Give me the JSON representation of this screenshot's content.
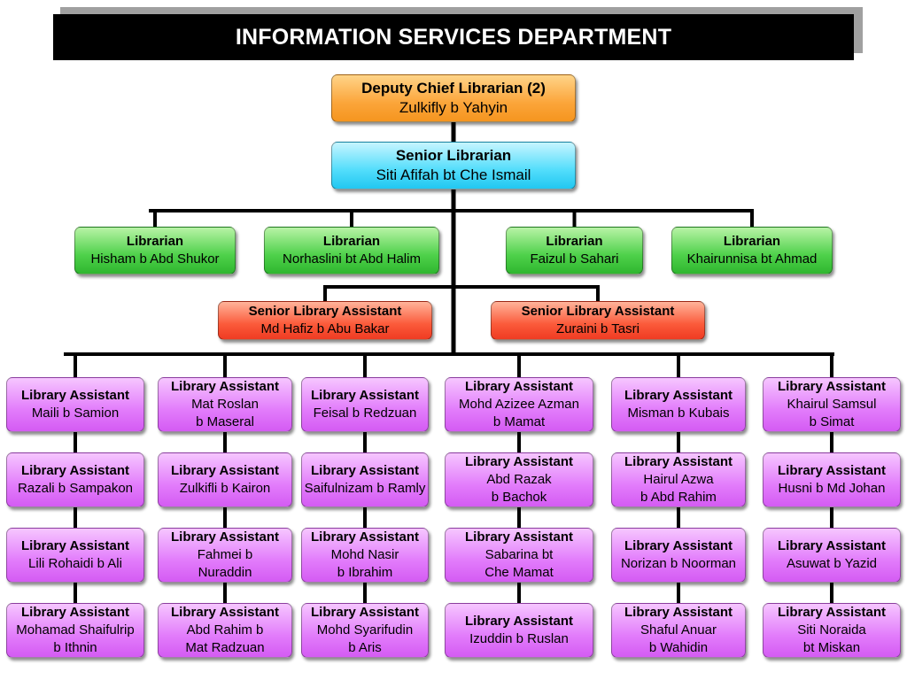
{
  "banner": {
    "title": "INFORMATION SERVICES DEPARTMENT"
  },
  "colors": {
    "deputy": "#fba53a",
    "senior": "#52ddfb",
    "librarian": "#4ed14a",
    "senior_assistant": "#fb5a3a",
    "assistant": "#e27cfb",
    "connector": "#000000"
  },
  "deputy": {
    "title": "Deputy Chief Librarian (2)",
    "lines": [
      "Zulkifly b Yahyin"
    ]
  },
  "senior": {
    "title": "Senior Librarian",
    "lines": [
      "Siti Afifah bt Che Ismail"
    ]
  },
  "librarians": [
    {
      "title": "Librarian",
      "lines": [
        "Hisham b Abd Shukor"
      ]
    },
    {
      "title": "Librarian",
      "lines": [
        "Norhaslini bt Abd Halim"
      ]
    },
    {
      "title": "Librarian",
      "lines": [
        "Faizul b Sahari"
      ]
    },
    {
      "title": "Librarian",
      "lines": [
        "Khairunnisa bt Ahmad"
      ]
    }
  ],
  "senior_assistants": [
    {
      "title": "Senior Library Assistant",
      "lines": [
        "Md Hafiz b Abu Bakar"
      ]
    },
    {
      "title": "Senior Library Assistant",
      "lines": [
        "Zuraini b Tasri"
      ]
    }
  ],
  "assistant_columns": [
    [
      {
        "title": "Library Assistant",
        "lines": [
          "Maili b Samion"
        ]
      },
      {
        "title": "Library Assistant",
        "lines": [
          "Razali b Sampakon"
        ]
      },
      {
        "title": "Library Assistant",
        "lines": [
          "Lili Rohaidi b Ali"
        ]
      },
      {
        "title": "Library Assistant",
        "lines": [
          "Mohamad Shaifulrip",
          "b Ithnin"
        ]
      }
    ],
    [
      {
        "title": "Library Assistant",
        "lines": [
          "Mat Roslan",
          "b Maseral"
        ]
      },
      {
        "title": "Library Assistant",
        "lines": [
          "Zulkifli b Kairon"
        ]
      },
      {
        "title": "Library Assistant",
        "lines": [
          "Fahmei b",
          "Nuraddin"
        ]
      },
      {
        "title": "Library Assistant",
        "lines": [
          "Abd Rahim b",
          "Mat Radzuan"
        ]
      }
    ],
    [
      {
        "title": "Library Assistant",
        "lines": [
          "Feisal b Redzuan"
        ]
      },
      {
        "title": "Library Assistant",
        "lines": [
          "Saifulnizam b Ramly"
        ]
      },
      {
        "title": "Library Assistant",
        "lines": [
          "Mohd Nasir",
          "b Ibrahim"
        ]
      },
      {
        "title": "Library Assistant",
        "lines": [
          "Mohd Syarifudin",
          "b Aris"
        ]
      }
    ],
    [
      {
        "title": "Library Assistant",
        "lines": [
          "Mohd Azizee Azman",
          "b Mamat"
        ]
      },
      {
        "title": "Library Assistant",
        "lines": [
          "Abd Razak",
          "b Bachok"
        ]
      },
      {
        "title": "Library Assistant",
        "lines": [
          "Sabarina bt",
          "Che Mamat"
        ]
      },
      {
        "title": "Library Assistant",
        "lines": [
          "Izuddin b Ruslan"
        ]
      }
    ],
    [
      {
        "title": "Library Assistant",
        "lines": [
          "Misman b Kubais"
        ]
      },
      {
        "title": "Library Assistant",
        "lines": [
          "Hairul Azwa",
          "b Abd Rahim"
        ]
      },
      {
        "title": "Library Assistant",
        "lines": [
          "Norizan b Noorman"
        ]
      },
      {
        "title": "Library Assistant",
        "lines": [
          "Shaful Anuar",
          "b Wahidin"
        ]
      }
    ],
    [
      {
        "title": "Library Assistant",
        "lines": [
          "Khairul Samsul",
          "b Simat"
        ]
      },
      {
        "title": "Library Assistant",
        "lines": [
          "Husni b Md Johan"
        ]
      },
      {
        "title": "Library Assistant",
        "lines": [
          "Asuwat b Yazid"
        ]
      },
      {
        "title": "Library Assistant",
        "lines": [
          "Siti Noraida",
          "bt Miskan"
        ]
      }
    ]
  ]
}
